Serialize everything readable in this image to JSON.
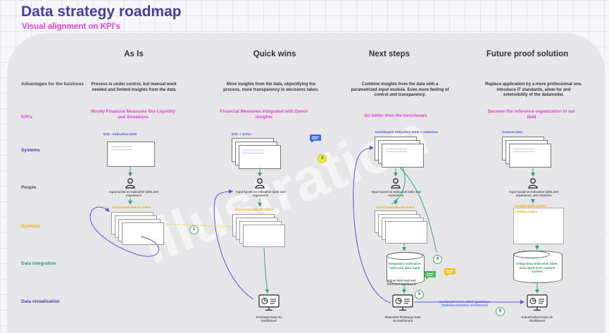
{
  "header": {
    "title": "Data strategy roadmap",
    "subtitle": "Visual alignment on KPI's"
  },
  "watermark": "Illustration",
  "columns": [
    {
      "title": "As Is"
    },
    {
      "title": "Quick wins"
    },
    {
      "title": "Next steps"
    },
    {
      "title": "Future proof solution"
    }
  ],
  "rows": [
    {
      "label": "Advantages for the business",
      "color": "#444444"
    },
    {
      "label": "KPI's",
      "color": "#e83fd7"
    },
    {
      "label": "Systems",
      "color": "#4a3aa8"
    },
    {
      "label": "People",
      "color": "#555555"
    },
    {
      "label": "Systems",
      "color": "#e8b400"
    },
    {
      "label": "Data integration",
      "color": "#1e9e6e"
    },
    {
      "label": "Data vizualisation",
      "color": "#4a3aa8"
    }
  ],
  "advantages": [
    "Process is under control, but manual work needed and limited insights from the data",
    "More insights from the data, objectifying the process, more transparency in decisions taken.",
    "Combine insights from the data with a parametrized input module. Even more feeling of control and transparency.",
    "Replace application by a more professional one, introduce IT standards, allow for and extensibility of the datamodel."
  ],
  "kpis": [
    "Mostly Financial Measures like Liquidity and Donations",
    "Financial Measures integrated with Donor insights",
    "Do better then the benchmark",
    "Become the reference organization in our field"
  ],
  "systems": [
    "EOL: Indicative table",
    "EOL + Zoho:",
    "Dashboard: Indicative table + statistics",
    "Custom data"
  ],
  "people": [
    "Input based on indicative table and experience",
    "Input based on indicative table and experience",
    "Input based on indicative table and experience",
    "Input based on indicative table and experience, and statistics"
  ],
  "orange_systems": [
    "Excel overview of orders",
    "Excel overview of orders",
    "Excel overview of orders",
    "Custom built system"
  ],
  "clients_orders": "Clients orders",
  "integration": [
    "Integration Indicative table and data input",
    "Integration Indicative table, data input from custom system"
  ],
  "adjust_label": "Adjust data load and front-end dashboard",
  "dashboard_note": "Dashboard in line with IT guidelines (Style/security/User architecture)",
  "viz_captions": [
    "Prototype Data Viz Dashboard",
    "Reworked Prototype Data viz Dashboard",
    "Industrialized Data viz Dashboard"
  ],
  "badges": [
    "1",
    "3",
    "4",
    "5",
    "6"
  ],
  "colors": {
    "title": "#4a3aa8",
    "accent": "#e83fd7",
    "green": "#1e9e6e",
    "blue_arrow": "#5b4ee6",
    "orange": "#f0a800"
  }
}
